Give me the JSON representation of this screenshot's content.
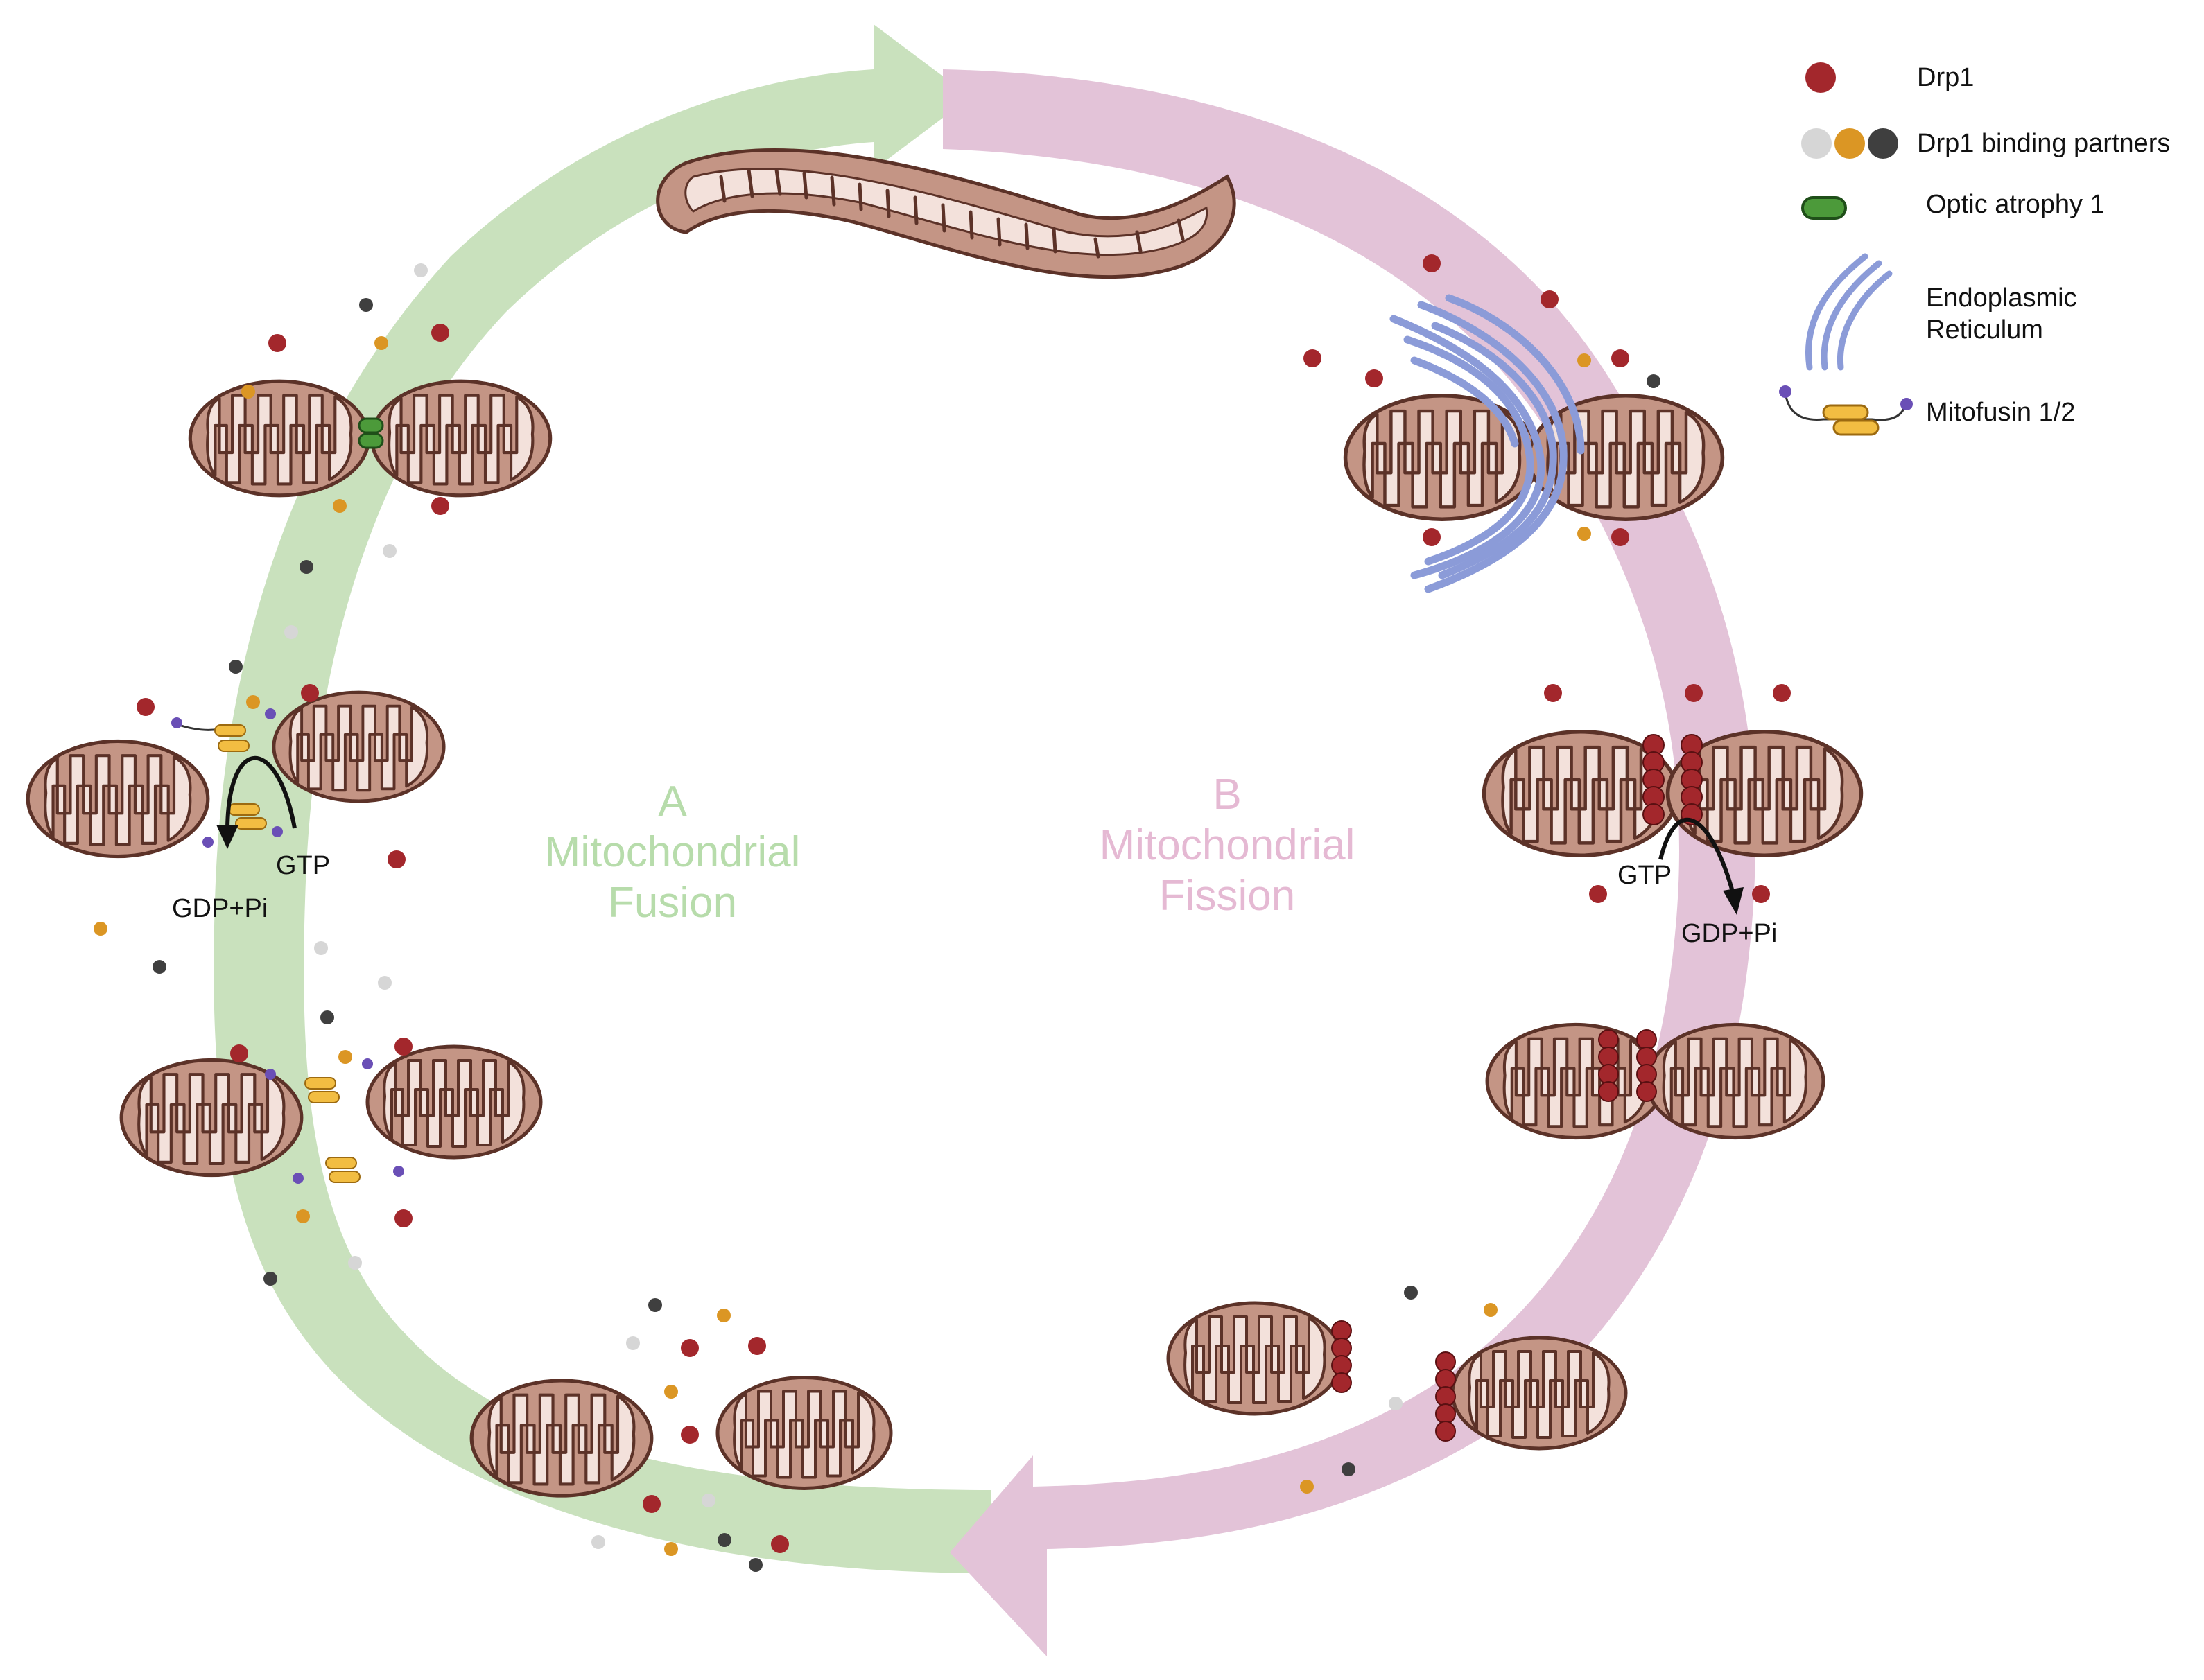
{
  "legend": {
    "drp1": "Drp1",
    "partners": "Drp1 binding partners",
    "opa1": "Optic atrophy 1",
    "er_line1": "Endoplasmic",
    "er_line2": "Reticulum",
    "mitofusin": "Mitofusin 1/2"
  },
  "fusion": {
    "letter": "A",
    "line1": "Mitochondrial",
    "line2": "Fusion"
  },
  "fission": {
    "letter": "B",
    "line1": "Mitochondrial",
    "line2": "Fission"
  },
  "reaction_left": {
    "gtp": "GTP",
    "product": "GDP+Pi"
  },
  "reaction_right": {
    "gtp": "GTP",
    "product": "GDP+Pi"
  },
  "colors": {
    "fusion_arrow": "#c9e1bd",
    "fission_arrow": "#e3c3d8",
    "mito_outer": "#c49585",
    "mito_inner": "#f3e1db",
    "mito_stroke": "#5c3228",
    "drp1": "#a3272c",
    "partner_light": "#d6d6d6",
    "partner_orange": "#db9624",
    "partner_dark": "#3f3f3f",
    "opa1": "#4c9a3a",
    "er": "#8b9bd8",
    "mitofusin": "#f2bd42",
    "mitofusin_head": "#6a4fb6"
  }
}
